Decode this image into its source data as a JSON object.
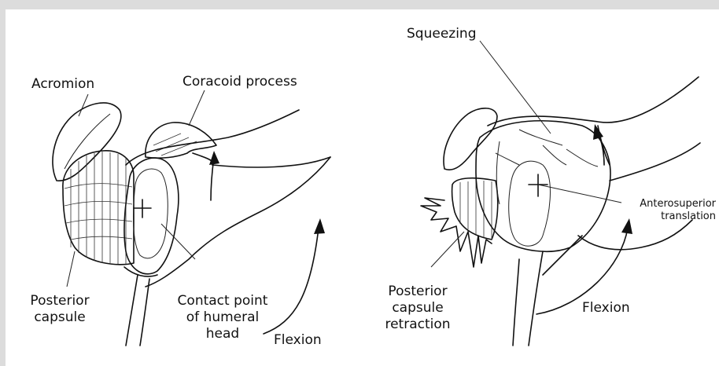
{
  "left_figure": {
    "labels": {
      "acromion": "Acromion",
      "coracoid": "Coracoid process",
      "posterior_capsule": "Posterior\ncapsule",
      "contact_point": "Contact point\nof humeral\nhead",
      "flexion": "Flexion"
    }
  },
  "right_figure": {
    "labels": {
      "squeezing": "Squeezing",
      "translation": "Anterosuperior\ntranslation",
      "retraction": "Posterior\ncapsule\nretraction",
      "flexion": "Flexion"
    }
  }
}
